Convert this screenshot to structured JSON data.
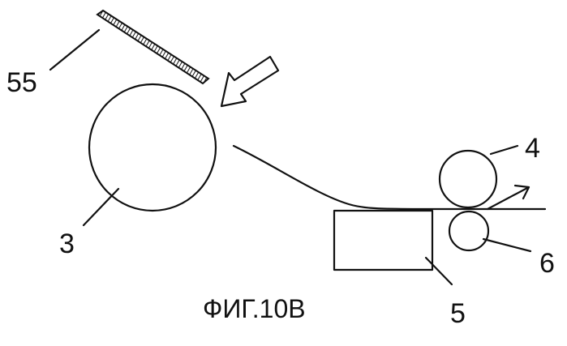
{
  "figure": {
    "caption": "ФИГ.10В",
    "labels": {
      "blade": "55",
      "drum": "3",
      "upper_roller": "4",
      "lower_roller": "6",
      "block": "5"
    }
  },
  "colors": {
    "ink": "#111111",
    "background": "#ffffff"
  }
}
